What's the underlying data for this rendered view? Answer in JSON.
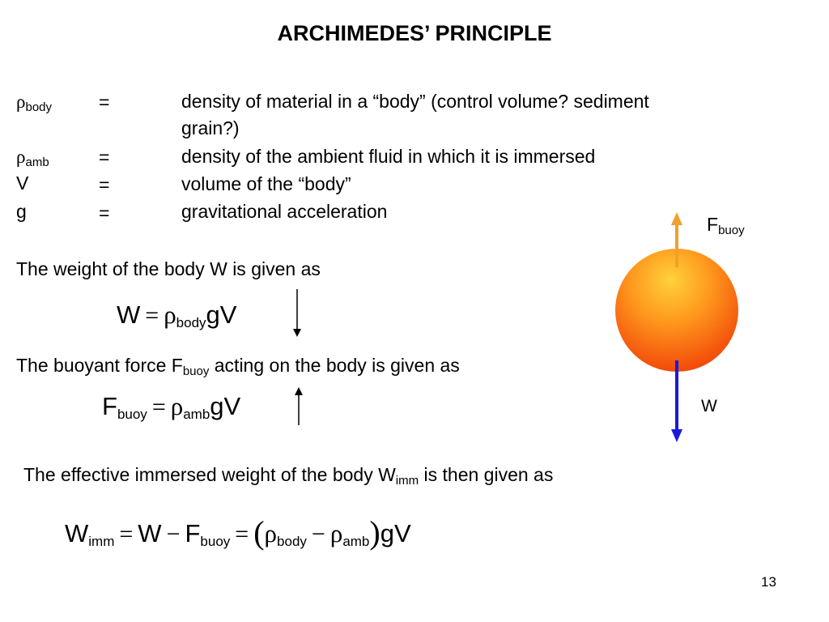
{
  "title": "ARCHIMEDES’ PRINCIPLE",
  "definitions": [
    {
      "sym": "ρ",
      "sub": "body",
      "eq": "=",
      "desc": "density of material in a “body” (control volume? sediment",
      "desc2": "grain?)"
    },
    {
      "sym": "ρ",
      "sub": "amb",
      "eq": "=",
      "desc": "density of the ambient fluid in which it is immersed"
    },
    {
      "sym": "V",
      "sub": "",
      "eq": "=",
      "desc": "volume of the “body”"
    },
    {
      "sym": "g",
      "sub": "",
      "eq": "=",
      "desc": "gravitational acceleration"
    }
  ],
  "weight_text": "The weight of the body W is given as",
  "weight_eq": {
    "lhs": "W",
    "op": "=",
    "rho": "ρ",
    "rho_sub": "body",
    "rest": "gV"
  },
  "buoy_text": {
    "a": "The buoyant force F",
    "sub": "buoy",
    "b": " acting on the body is given as"
  },
  "buoy_eq": {
    "lhs": "F",
    "lhs_sub": "buoy",
    "op": "=",
    "rho": "ρ",
    "rho_sub": "amb",
    "rest": "gV"
  },
  "imm_text": {
    "a": "The effective immersed weight of the body W",
    "sub": "imm",
    "b": " is then given as"
  },
  "imm_eq": {
    "w": "W",
    "w_sub": "imm",
    "op1": "=",
    "w2": "W",
    "minus": "−",
    "f": "F",
    "f_sub": "buoy",
    "op2": "=",
    "lparen": "(",
    "rho1": "ρ",
    "rho1_sub": "body",
    "minus2": "−",
    "rho2": "ρ",
    "rho2_sub": "amb",
    "rparen": ")",
    "rest": "gV"
  },
  "diagram": {
    "fbuoy_label": "F",
    "fbuoy_sub": "buoy",
    "w_label": "W",
    "colors": {
      "up_arrow": "#f0a030",
      "down_arrow": "#1a1adc",
      "sphere_inner": "#ffd23a",
      "sphere_outer": "#f24a0a"
    }
  },
  "page_number": "13"
}
